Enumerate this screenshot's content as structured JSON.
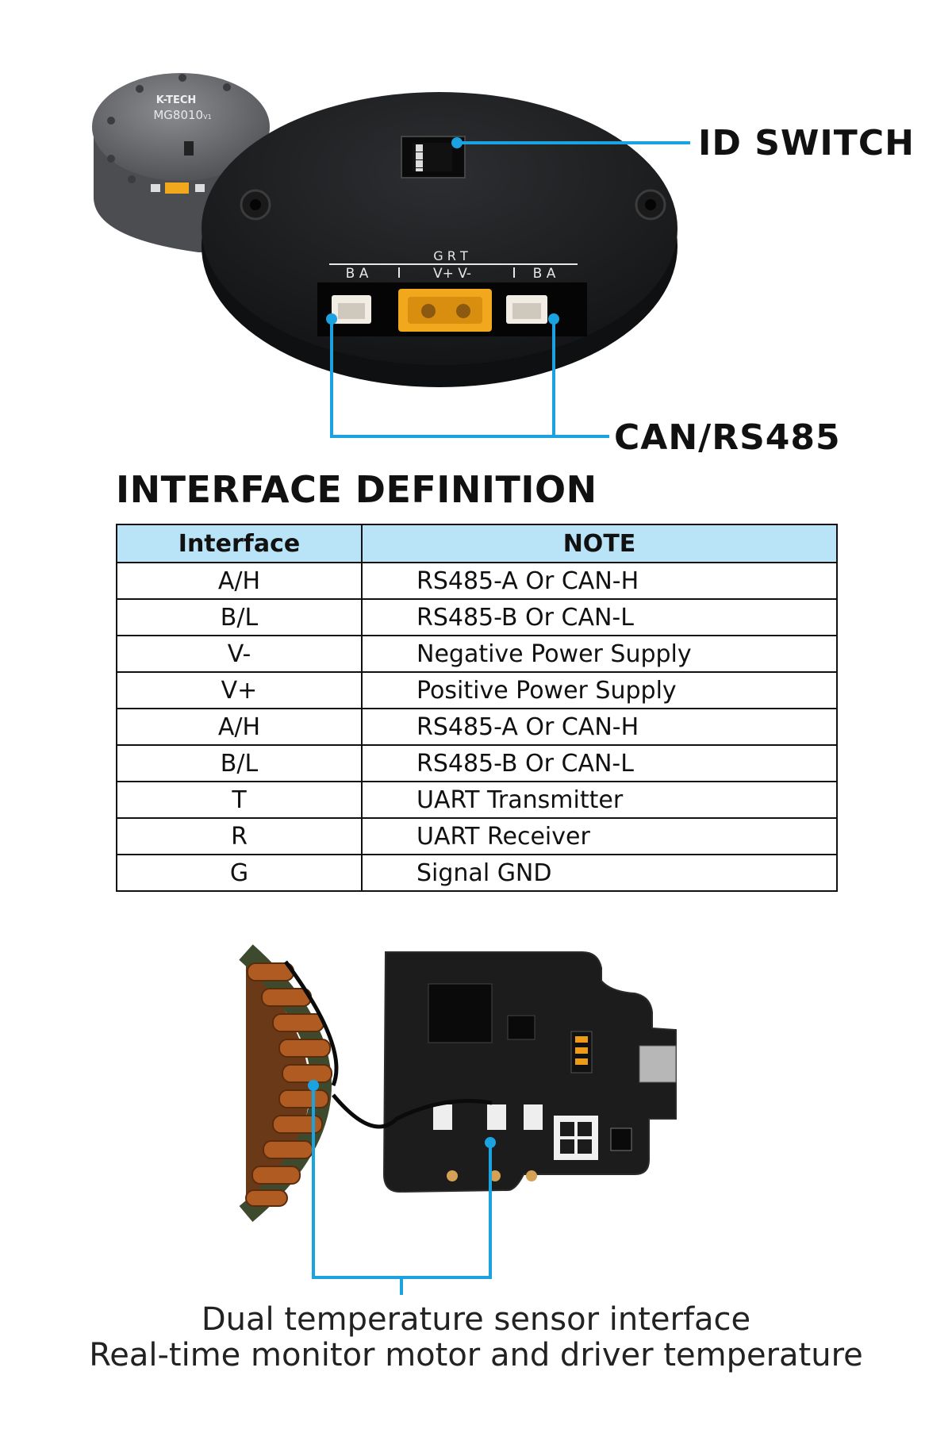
{
  "callouts": {
    "id_switch": "ID SWITCH",
    "can_rs485": "CAN/RS485"
  },
  "product": {
    "brand": "K-TECH",
    "model": "MG8010",
    "version": "V1",
    "silk_top": "G R T",
    "silk_left": "B A",
    "silk_power": "V+   V-",
    "silk_right": "B A"
  },
  "section_title": "INTERFACE DEFINITION",
  "table": {
    "headers": [
      "Interface",
      "NOTE"
    ],
    "rows": [
      {
        "pin": "A/H",
        "note": "RS485-A Or CAN-H"
      },
      {
        "pin": "B/L",
        "note": "RS485-B Or CAN-L"
      },
      {
        "pin": "V-",
        "note": "Negative Power Supply"
      },
      {
        "pin": "V+",
        "note": "Positive Power Supply"
      },
      {
        "pin": "A/H",
        "note": "RS485-A Or CAN-H"
      },
      {
        "pin": "B/L",
        "note": "RS485-B Or CAN-L"
      },
      {
        "pin": "T",
        "note": "UART Transmitter"
      },
      {
        "pin": "R",
        "note": "UART Receiver"
      },
      {
        "pin": "G",
        "note": "Signal GND"
      }
    ]
  },
  "caption": {
    "line1": "Dual temperature sensor interface",
    "line2": "Real-time monitor motor and driver temperature"
  },
  "colors": {
    "callout_line": "#1aa3e0",
    "table_header_bg": "#b9e3f7",
    "motor_body": "#1e1f22",
    "connector_xt": "#f2a81d",
    "pcb": "#1c1c1c",
    "coil": "#9a4a1c"
  }
}
